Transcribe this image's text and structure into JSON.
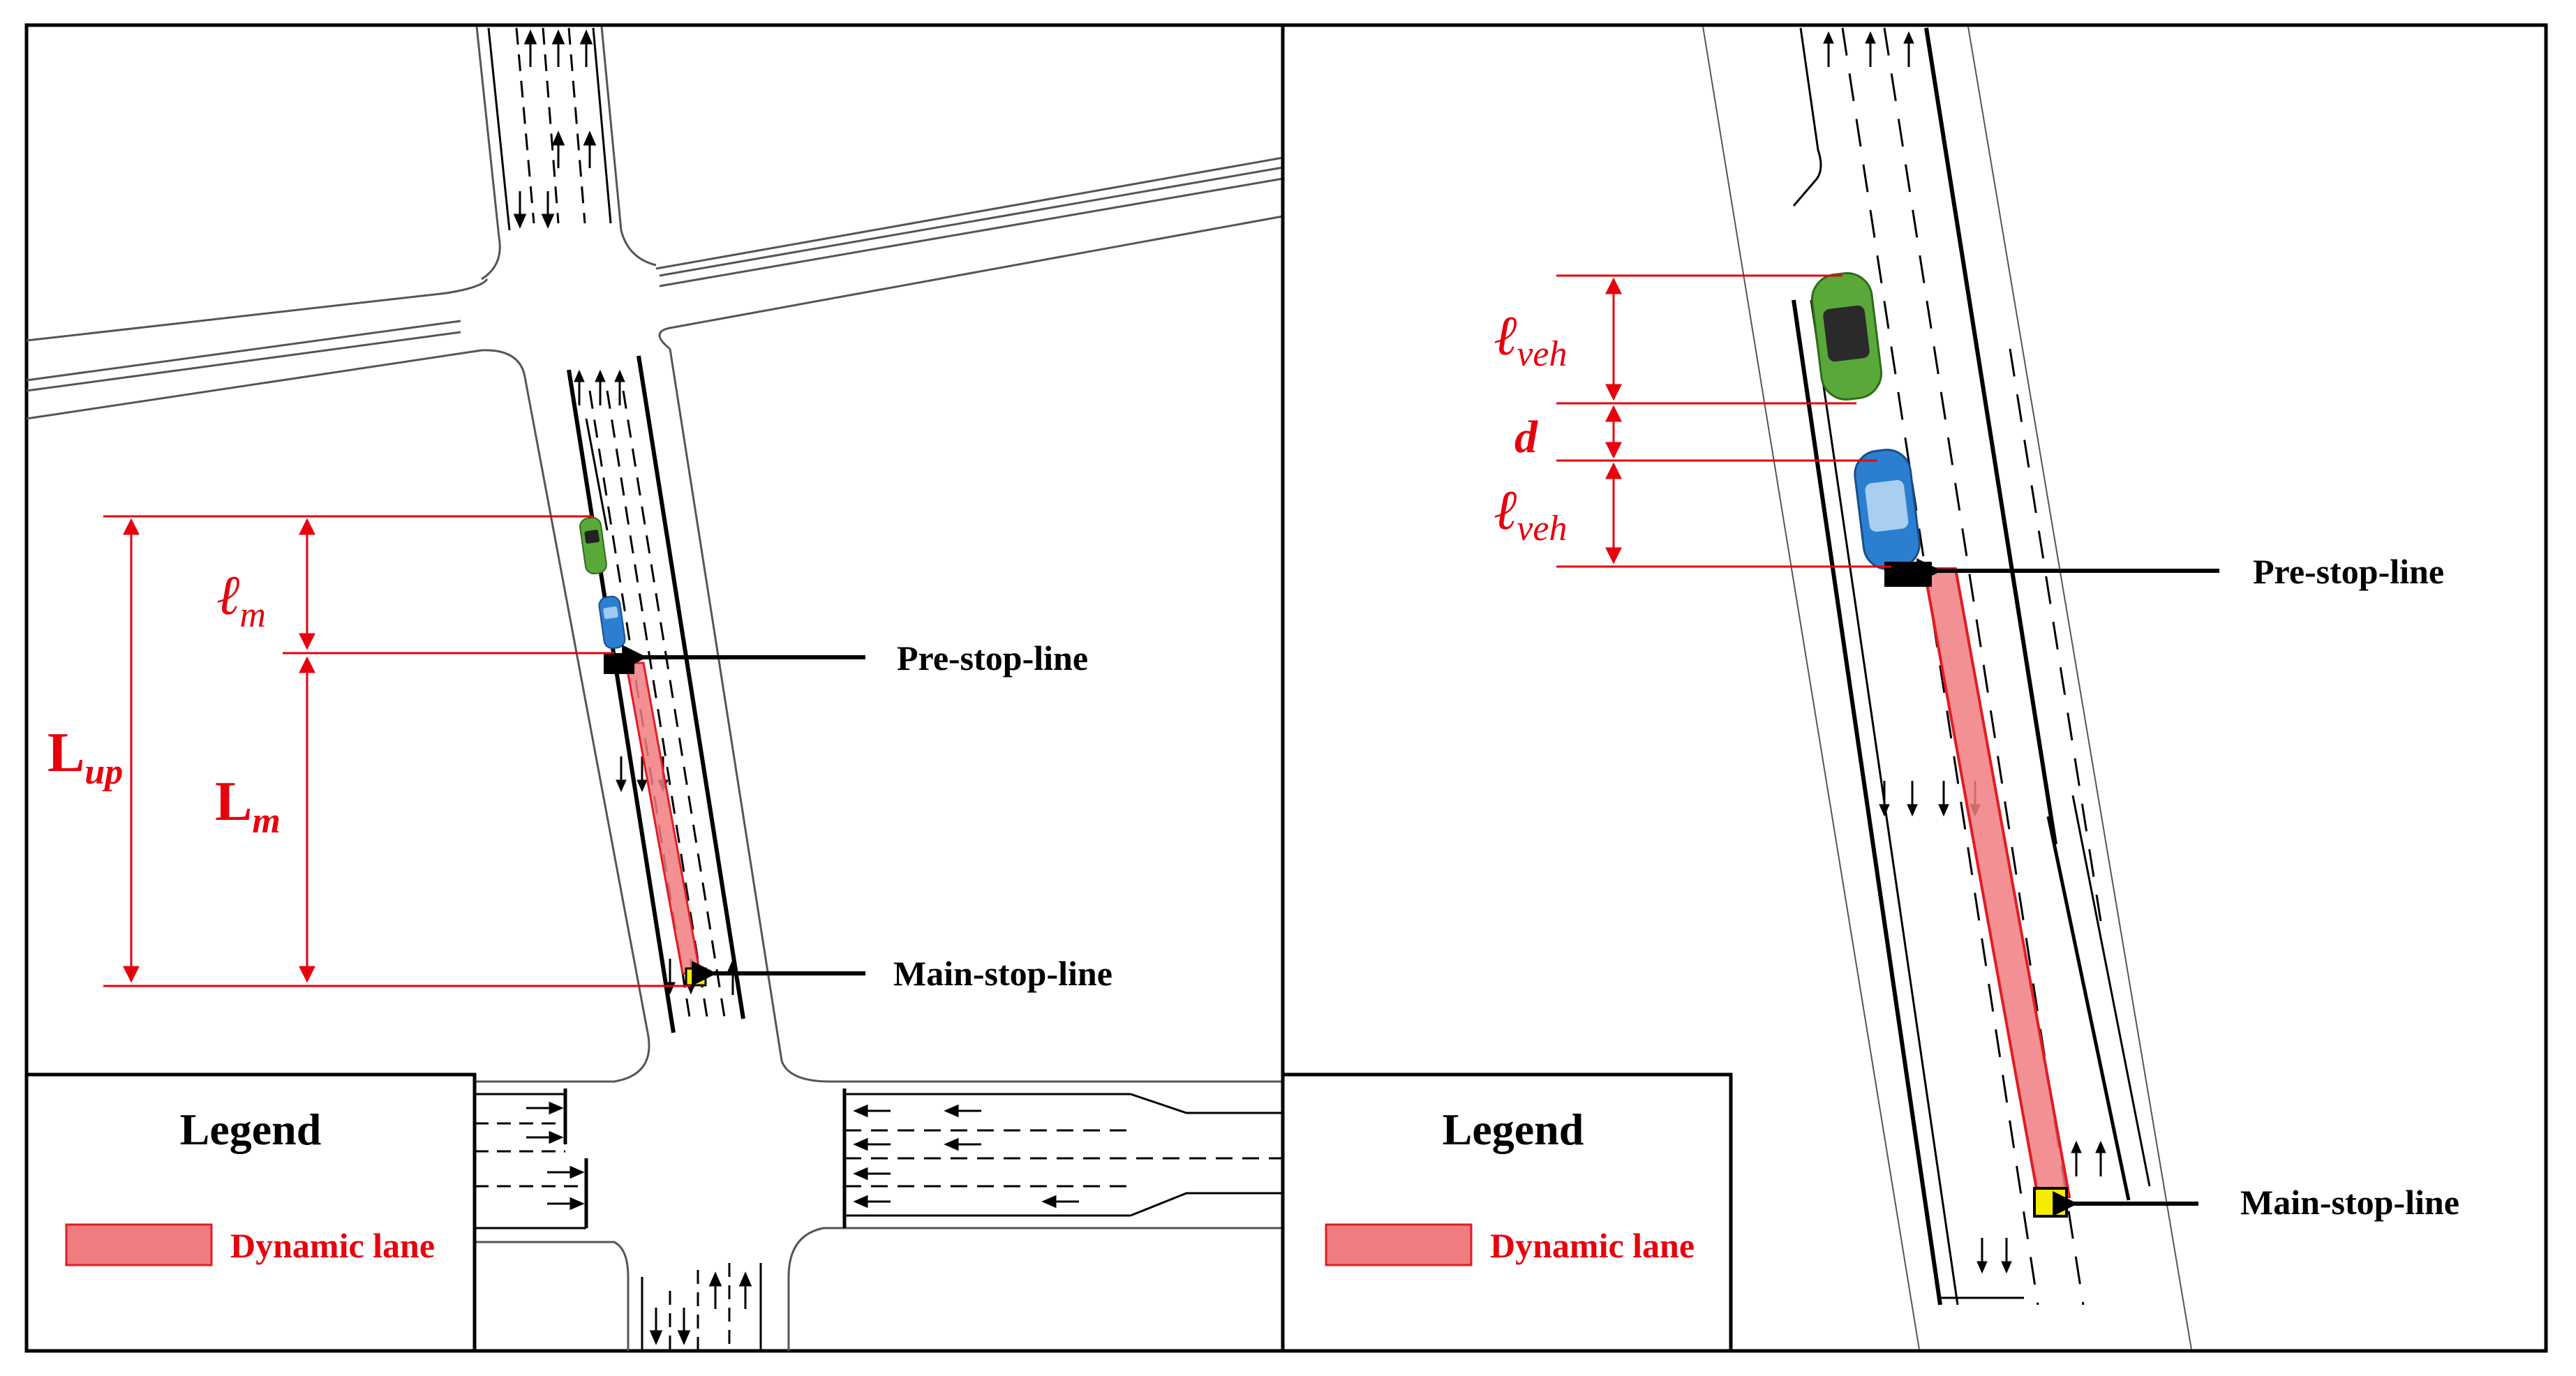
{
  "colors": {
    "dimension": "#e8000c",
    "dynamic_lane_fill": "#f07c80",
    "dynamic_lane_stroke": "#e11c24",
    "pre_stop_marker": "#000000",
    "main_stop_marker": "#f5ec00",
    "vehicle_lead": "#5aa83a",
    "vehicle_follow": "#2c7fd0"
  },
  "icons": [
    "car-green-icon",
    "car-blue-icon",
    "lane-arrow-icon"
  ],
  "left_panel": {
    "labels": {
      "pre_stop_line": "Pre-stop-line",
      "main_stop_line": "Main-stop-line"
    },
    "dimensions": {
      "l_m": {
        "base": "ℓ",
        "sub": "m"
      },
      "L_up": {
        "base": "L",
        "sub": "up"
      },
      "L_m": {
        "base": "L",
        "sub": "m"
      }
    },
    "legend": {
      "title": "Legend",
      "item": "Dynamic lane"
    }
  },
  "right_panel": {
    "labels": {
      "pre_stop_line": "Pre-stop-line",
      "main_stop_line": "Main-stop-line"
    },
    "dimensions": {
      "l_veh_top": {
        "base": "ℓ",
        "sub": "veh"
      },
      "d": "d",
      "l_veh_bottom": {
        "base": "ℓ",
        "sub": "veh"
      }
    },
    "legend": {
      "title": "Legend",
      "item": "Dynamic lane"
    }
  }
}
